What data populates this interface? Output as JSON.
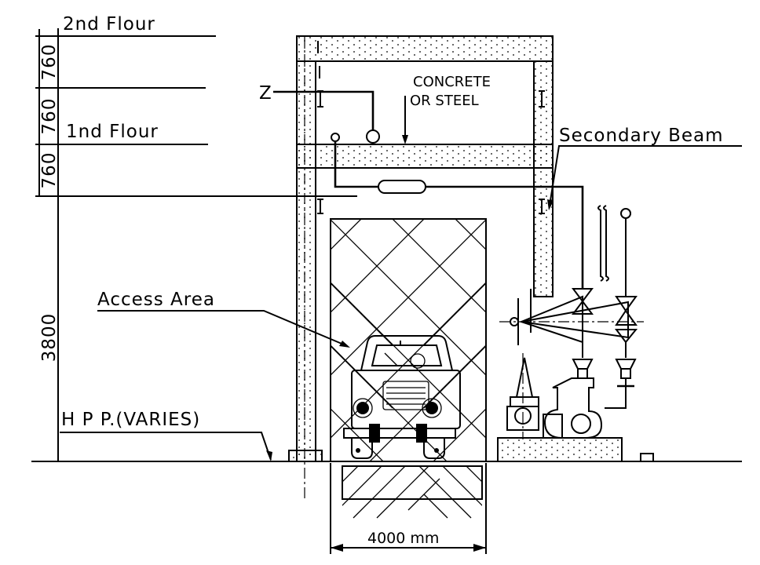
{
  "labels": {
    "floor2": "2nd Flour",
    "floor1": "1nd Flour",
    "concrete_line1": "CONCRETE",
    "concrete_line2": "OR STEEL",
    "secondary_beam": "Secondary Beam",
    "access_area": "Access Area",
    "hpp": "H P P.(VARIES)",
    "width_dim": "4000 mm"
  },
  "dimensions": {
    "d1": "760",
    "d2": "760",
    "d3": "760",
    "d4": "3800"
  },
  "symbols": {
    "z_mark": "Z",
    "i_mark": "I"
  }
}
